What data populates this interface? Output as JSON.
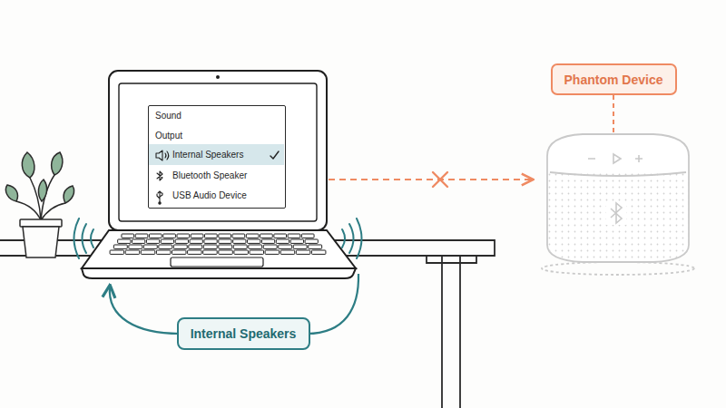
{
  "diagram": {
    "nodes": [
      {
        "text": [
          "Sound",
          "Output"
        ]
      },
      {
        "text": [
          "Internal Speakers"
        ],
        "in": 0
      },
      {
        "text": [
          "Bluetooth Speaker"
        ],
        "in": 0
      },
      {
        "text": [
          "USB Audio Device"
        ],
        "in": 0
      },
      {
        "text": [
          "Phantom Device"
        ]
      },
      {
        "text": [
          "Internal Speakers"
        ]
      }
    ]
  }
}
